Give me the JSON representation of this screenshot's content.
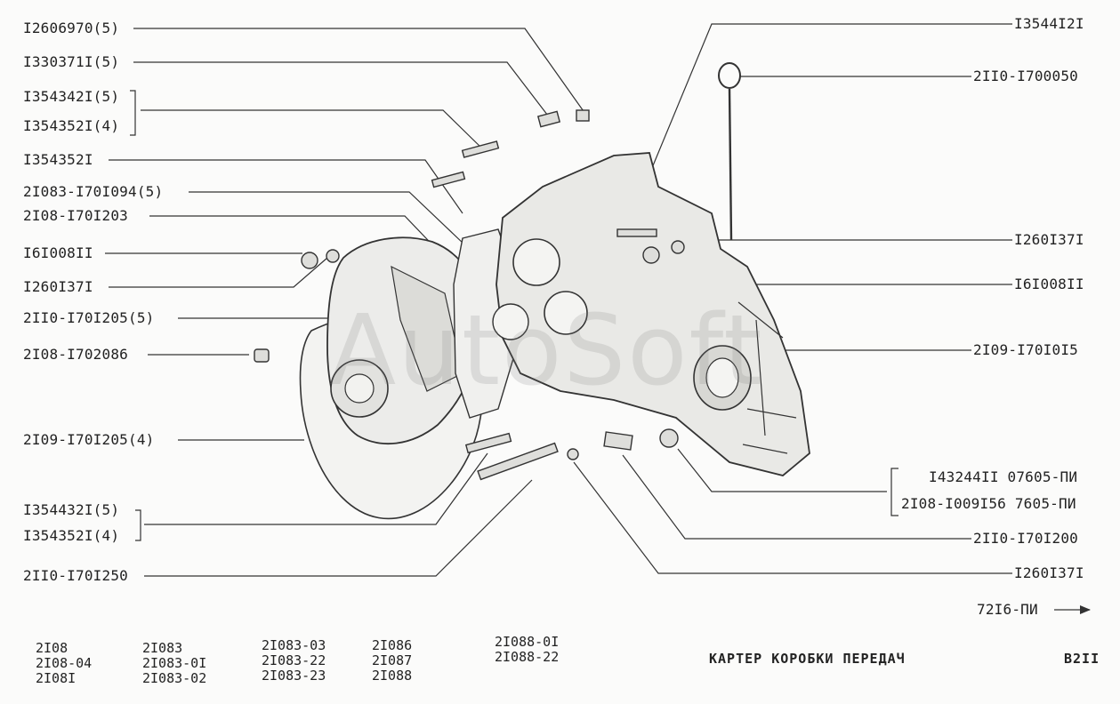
{
  "watermark": "AutoSoft",
  "labels": {
    "l1": "I2606970(5)",
    "l2": "I330371I(5)",
    "l3a": "I354342I(5)",
    "l3b": "I354352I(4)",
    "l4": "I354352I",
    "l5": "2I083-I70I094(5)",
    "l6": "2I08-I70I203",
    "l7": "I6I008II",
    "l8": "I260I37I",
    "l9": "2II0-I70I205(5)",
    "l10": "2I08-I702086",
    "l11": "2I09-I70I205(4)",
    "l12a": "I354432I(5)",
    "l12b": "I354352I(4)",
    "l13": "2II0-I70I250",
    "r1": "I3544I2I",
    "r2": "2II0-I700050",
    "r3": "I260I37I",
    "r4": "I6I008II",
    "r5": "2I09-I70I0I5",
    "r6a": "I43244II 07605-ПИ",
    "r6b": "2I08-I009I56 7605-ПИ",
    "r7": "2II0-I70I200",
    "r8": "I260I37I",
    "ref": "72I6-ПИ"
  },
  "models": {
    "c1": [
      "2I08",
      "2I08-04",
      "2I08I"
    ],
    "c2": [
      "2I083",
      "2I083-0I",
      "2I083-02"
    ],
    "c3": [
      "2I083-03",
      "2I083-22",
      "2I083-23"
    ],
    "c4": [
      "2I086",
      "2I087",
      "2I088"
    ],
    "c5": [
      "2I088-0I",
      "2I088-22"
    ]
  },
  "title": "КАРТЕР КОРОБКИ ПЕРЕДАЧ",
  "page_code": "B2II"
}
